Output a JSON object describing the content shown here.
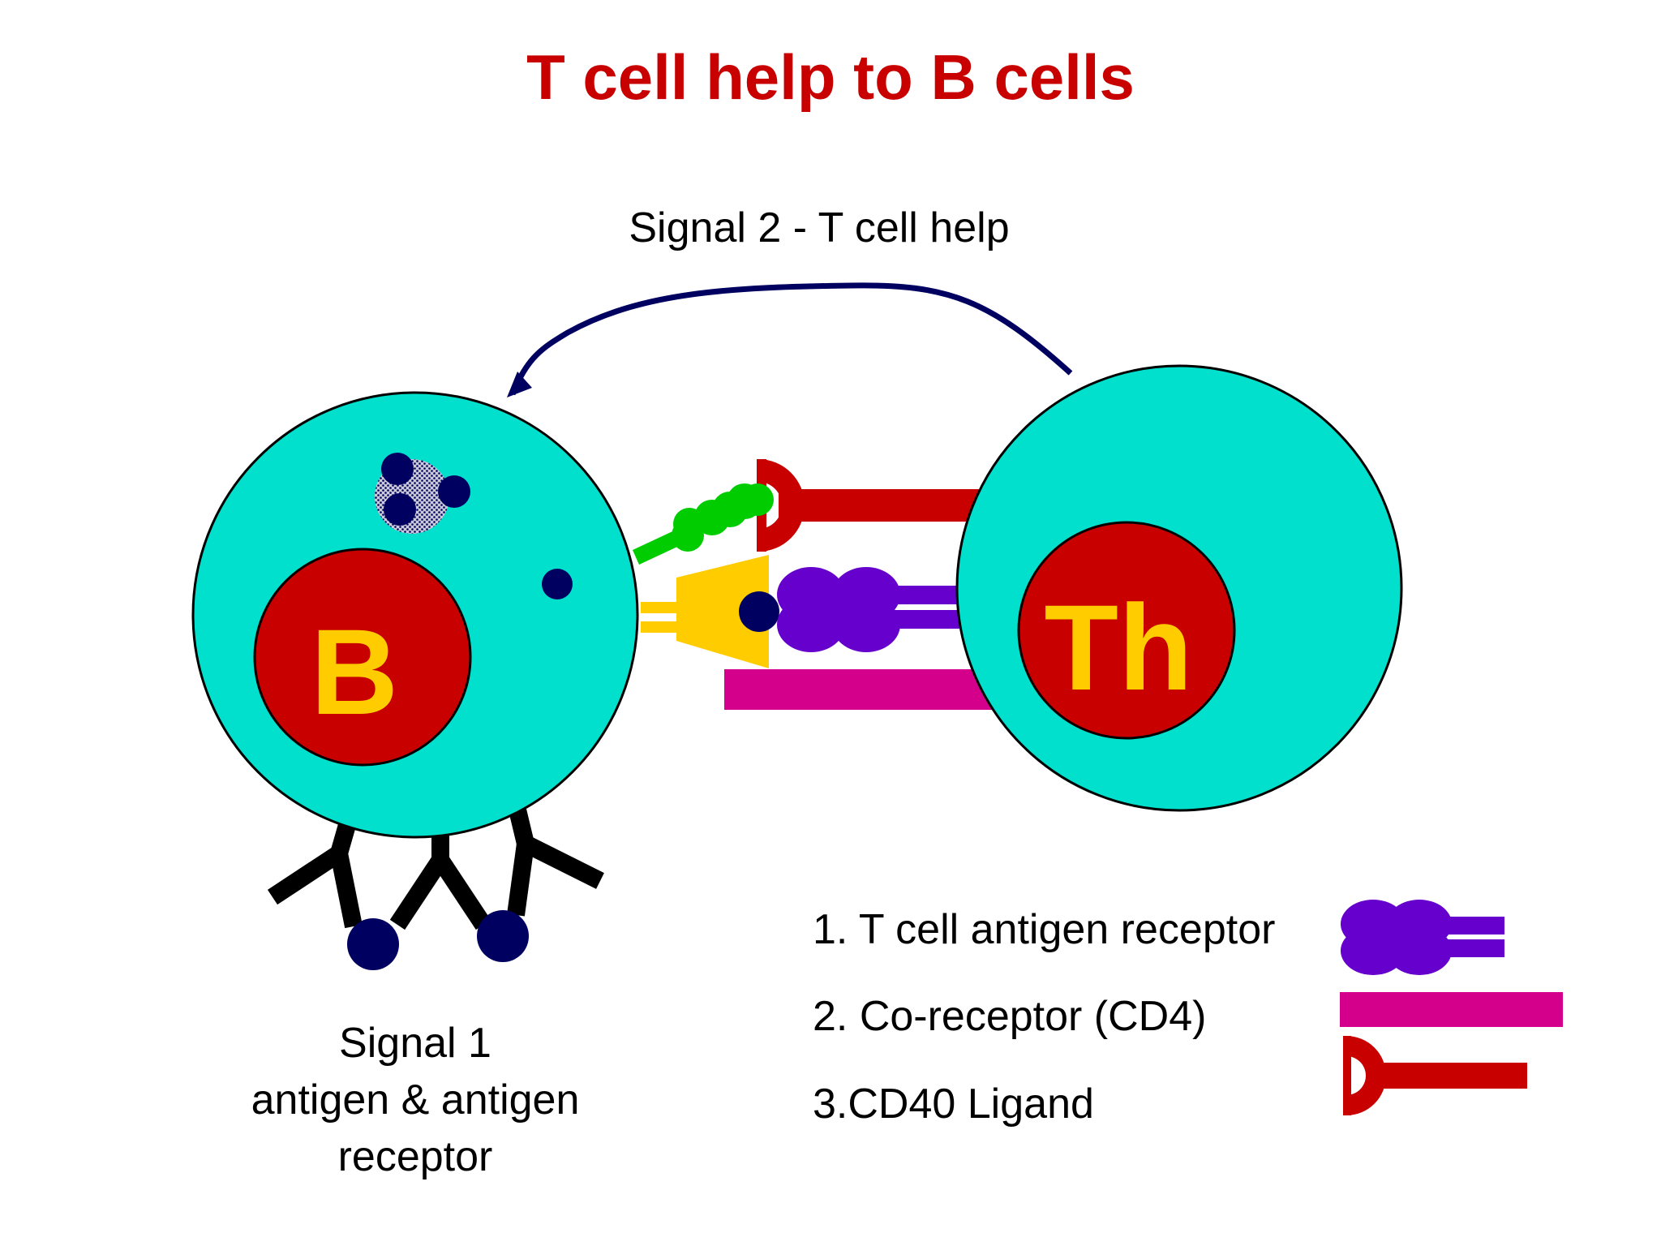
{
  "title": "T cell help to B cells",
  "signal2_label": "Signal 2 - T cell help",
  "signal1": {
    "line1": "Signal 1",
    "line2": "antigen & antigen",
    "line3": "receptor"
  },
  "b_cell_letter": "B",
  "th_cell_letter": "Th",
  "legend": {
    "item1": "1. T cell antigen receptor",
    "item2": "2. Co-receptor (CD4)",
    "item3": "3.CD40 Ligand"
  },
  "colors": {
    "title": "#c80000",
    "cytoplasm": "#00e0cc",
    "nucleus": "#c80000",
    "cell_letter": "#ffcc00",
    "antigen": "#000060",
    "tcr": "#6600cc",
    "cd4": "#d4008c",
    "cd40l": "#c80000",
    "cd40": "#00cc00",
    "mhc": "#ffcc00",
    "arrow": "#000060",
    "antibody": "#000000"
  }
}
